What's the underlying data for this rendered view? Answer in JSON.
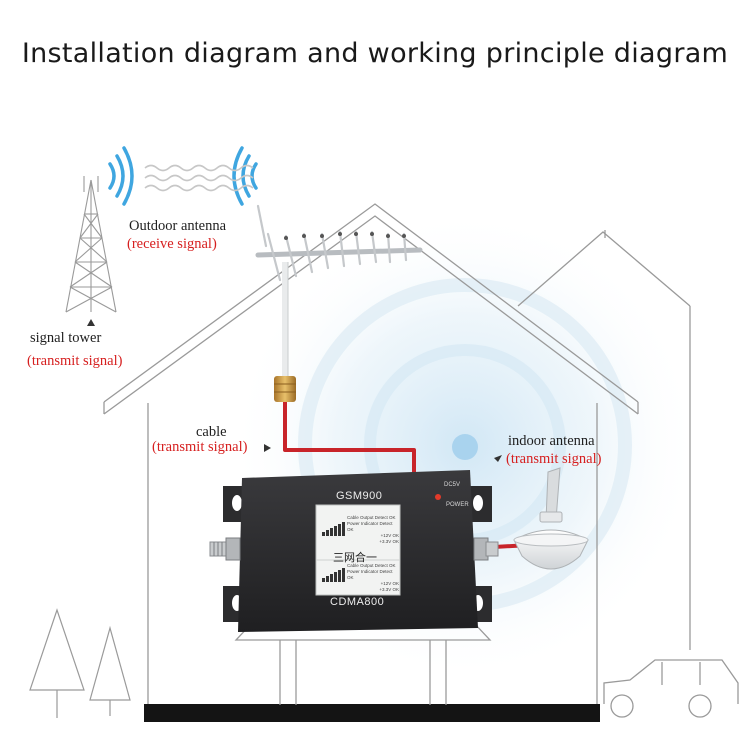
{
  "title": "Installation diagram and working principle diagram",
  "labels": {
    "outdoor_antenna": "Outdoor antenna",
    "receive_signal": "(receive signal)",
    "signal_tower": "signal tower",
    "tower_transmit": "(transmit signal)",
    "cable": "cable",
    "cable_transmit": "(transmit signal)",
    "indoor_antenna": "indoor antenna",
    "indoor_transmit": "(transmit signal)"
  },
  "device": {
    "top_band": "GSM900",
    "bottom_band": "CDMA800",
    "center_text": "三网合一",
    "dcv_label": "DC5V",
    "power_label": "POWER",
    "status_lines": [
      "Cable Output Detect OK",
      "Power Indicator Detect OK",
      "+12V OK",
      "+3.3V OK"
    ]
  },
  "colors": {
    "accent_red": "#d61f1f",
    "cable_red": "#c8242a",
    "device_body": "#2b2b2d",
    "outline_gray": "#9a9a9a",
    "signal_blue": "#3fa6e0"
  }
}
